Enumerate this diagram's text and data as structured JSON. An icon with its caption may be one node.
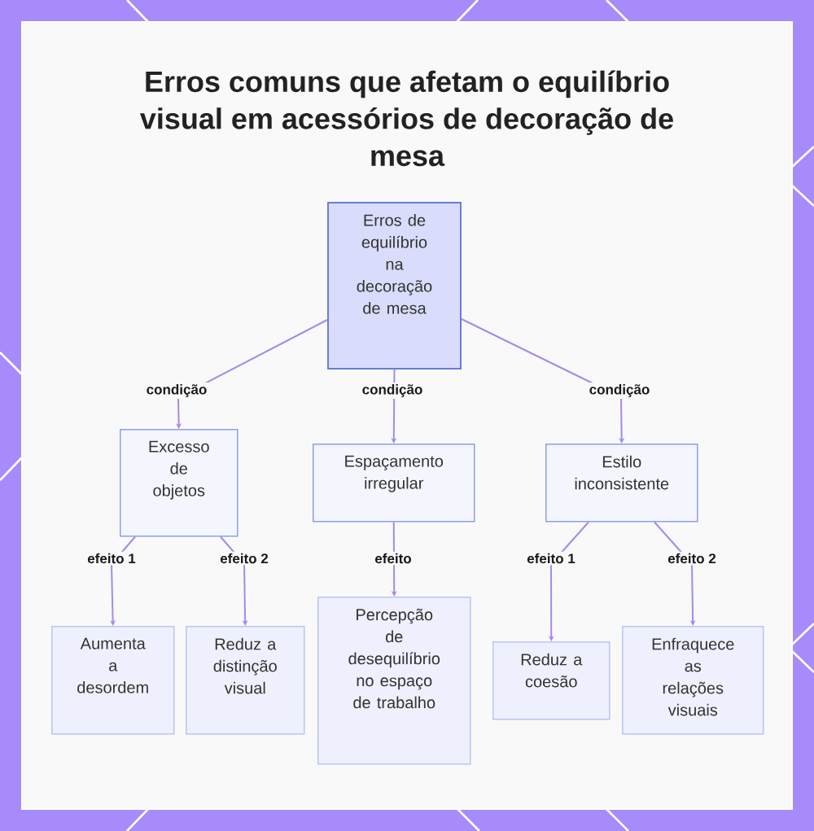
{
  "diagram": {
    "title": "Erros comuns que afetam o equilíbrio visual em acessórios de decoração de mesa",
    "nodes": [
      {
        "text": [
          "Erros de equilíbrio na decoração de mesa"
        ]
      },
      {
        "text": [
          "Excesso de objetos"
        ]
      },
      {
        "text": [
          "Espaçamento irregular"
        ]
      },
      {
        "text": [
          "Estilo inconsistente"
        ]
      },
      {
        "text": [
          "Aumenta a desordem"
        ]
      },
      {
        "text": [
          "Reduz a distinção visual"
        ]
      },
      {
        "text": [
          "Percepção de desequilíbrio no espaço de trabalho"
        ]
      },
      {
        "text": [
          "Reduz a coesão"
        ]
      },
      {
        "text": [
          "Enfraquece as relações visuais"
        ]
      }
    ],
    "edges": [
      {
        "from": 0,
        "to": 1,
        "arrow": "to",
        "label": "condição"
      },
      {
        "from": 0,
        "to": 2,
        "arrow": "to",
        "label": "condição"
      },
      {
        "from": 0,
        "to": 3,
        "arrow": "to",
        "label": "condição"
      },
      {
        "from": 1,
        "to": 4,
        "arrow": "to",
        "label": "efeito 1"
      },
      {
        "from": 1,
        "to": 5,
        "arrow": "to",
        "label": "efeito 2"
      },
      {
        "from": 2,
        "to": 6,
        "arrow": "to",
        "label": "efeito"
      },
      {
        "from": 3,
        "to": 7,
        "arrow": "to",
        "label": "efeito 1"
      },
      {
        "from": 3,
        "to": 8,
        "arrow": "to",
        "label": "efeito 2"
      }
    ]
  }
}
